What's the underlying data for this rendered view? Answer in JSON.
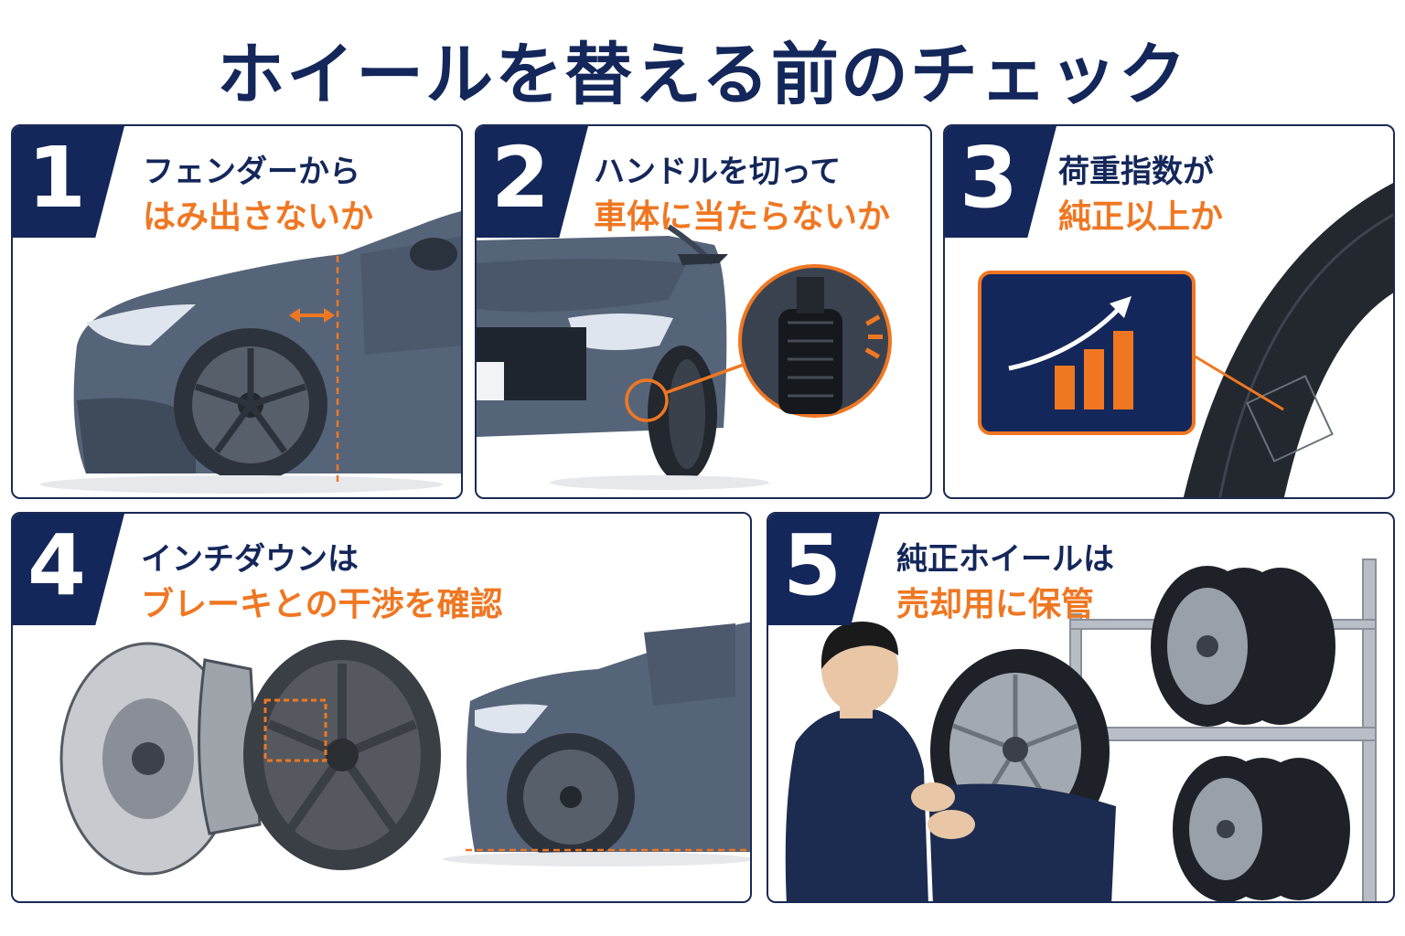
{
  "title": "ホイールを替える前のチェック",
  "colors": {
    "navy": "#14275a",
    "accent": "#f07722",
    "car_body": "#566479"
  },
  "cards": [
    {
      "number": "1",
      "line1": "フェンダーから",
      "line2": "はみ出さないか",
      "icon": "car-fender-width-arrow-icon"
    },
    {
      "number": "2",
      "line1": "ハンドルを切って",
      "line2": "車体に当たらないか",
      "icon": "tire-fender-contact-zoom-icon"
    },
    {
      "number": "3",
      "line1": "荷重指数が",
      "line2": "純正以上か",
      "icon": "load-index-bar-chart-icon"
    },
    {
      "number": "4",
      "line1": "インチダウンは",
      "line2": "ブレーキとの干渉を確認",
      "icon": "brake-disc-caliper-wheel-icon"
    },
    {
      "number": "5",
      "line1": "純正ホイールは",
      "line2": "売却用に保管",
      "icon": "person-storing-wheels-rack-icon"
    }
  ]
}
